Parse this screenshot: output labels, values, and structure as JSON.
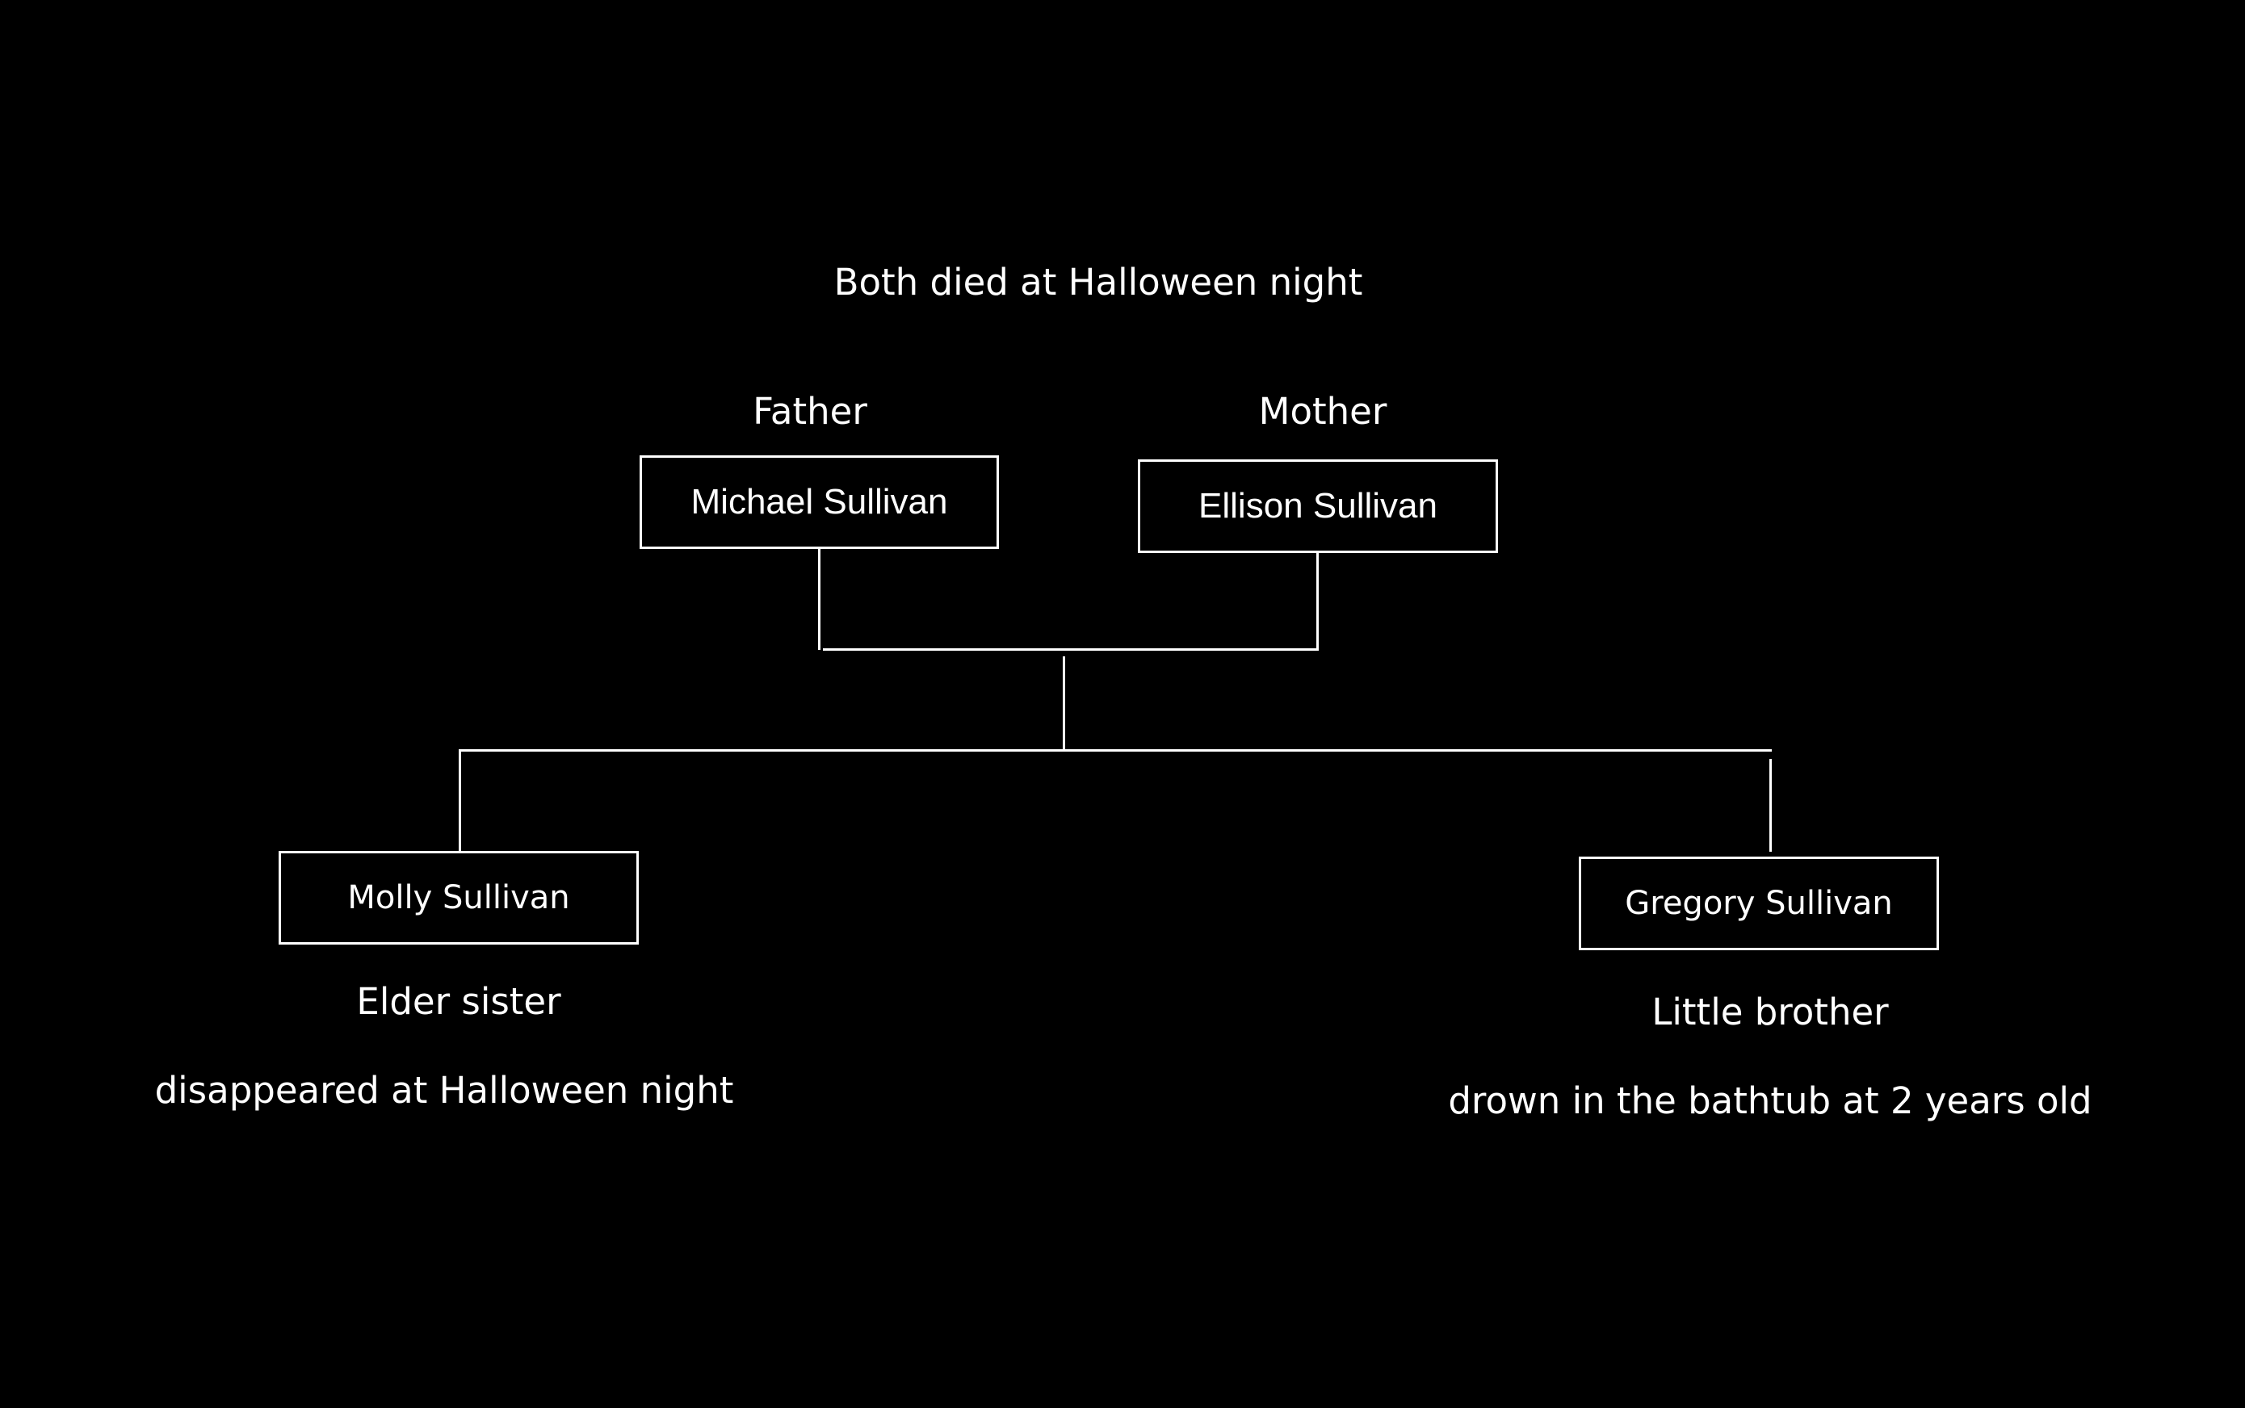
{
  "header": {
    "note": "Both died at Halloween night"
  },
  "parents": {
    "father": {
      "role": "Father",
      "name": "Michael Sullivan"
    },
    "mother": {
      "role": "Mother",
      "name": "Ellison Sullivan"
    }
  },
  "children": {
    "molly": {
      "name": "Molly Sullivan",
      "role": "Elder sister",
      "fate": "disappeared at Halloween night"
    },
    "gregory": {
      "name": "Gregory Sullivan",
      "role": "Little brother",
      "fate": "drown in the bathtub at 2 years old"
    }
  },
  "colors": {
    "background": "#000000",
    "foreground": "#ffffff"
  }
}
